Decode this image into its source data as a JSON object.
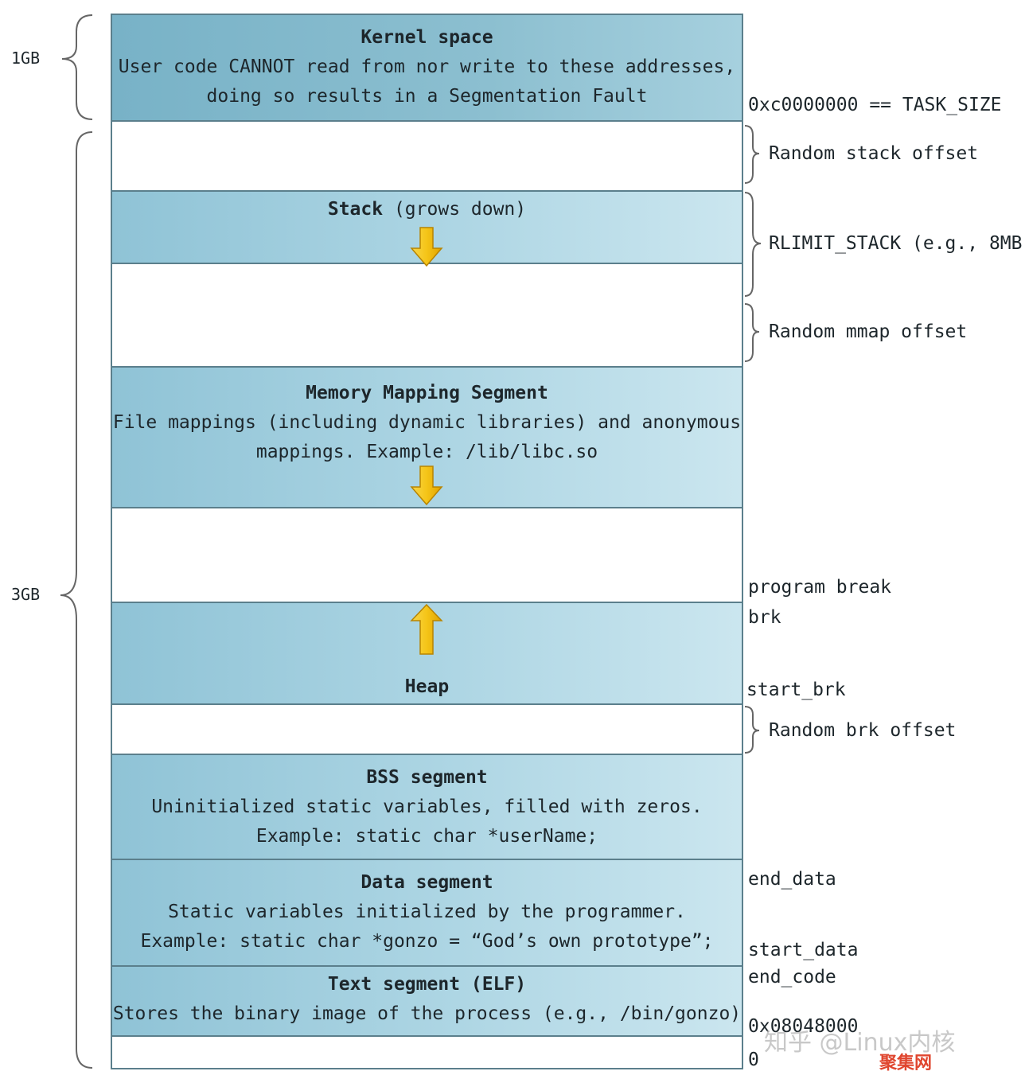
{
  "sizes": {
    "kernel": "1GB",
    "user": "3GB"
  },
  "segments": {
    "kernel": {
      "title": "Kernel space",
      "line1": "User code CANNOT read from nor write to these addresses,",
      "line2": "doing so results in a Segmentation Fault"
    },
    "stack": {
      "title": "Stack",
      "suffix": " (grows down)"
    },
    "mmap": {
      "title": "Memory Mapping Segment",
      "line1": "File mappings (including dynamic libraries) and anonymous",
      "line2": "mappings. Example: /lib/libc.so"
    },
    "heap": {
      "title": "Heap"
    },
    "bss": {
      "title": "BSS segment",
      "line1": "Uninitialized static variables, filled with zeros.",
      "line2": "Example: static char *userName;"
    },
    "data": {
      "title": "Data segment",
      "line1": "Static variables initialized by the programmer.",
      "line2": "Example: static char *gonzo = “God’s own prototype”;"
    },
    "text": {
      "title": "Text segment (ELF)",
      "line1": "Stores the binary image of the process (e.g., /bin/gonzo)"
    }
  },
  "labels": {
    "task_size": "0xc0000000 == TASK_SIZE",
    "random_stack": "Random stack offset",
    "rlimit_stack": "RLIMIT_STACK (e.g., 8MB)",
    "random_mmap": "Random mmap offset",
    "program_break": "program break",
    "brk": "brk",
    "start_brk": "start_brk",
    "random_brk": "Random brk offset",
    "end_data": "end_data",
    "start_data": "start_data",
    "end_code": "end_code",
    "text_start": "0x08048000",
    "zero": "0"
  },
  "watermark": {
    "site": "知乎 @Linux内核",
    "brand": "聚集网"
  },
  "colors": {
    "segment_fill": "#aed6e4",
    "kernel_fill": "#8cbfd0",
    "border": "#5b7f8c",
    "arrow_fill": "#f5c518"
  }
}
